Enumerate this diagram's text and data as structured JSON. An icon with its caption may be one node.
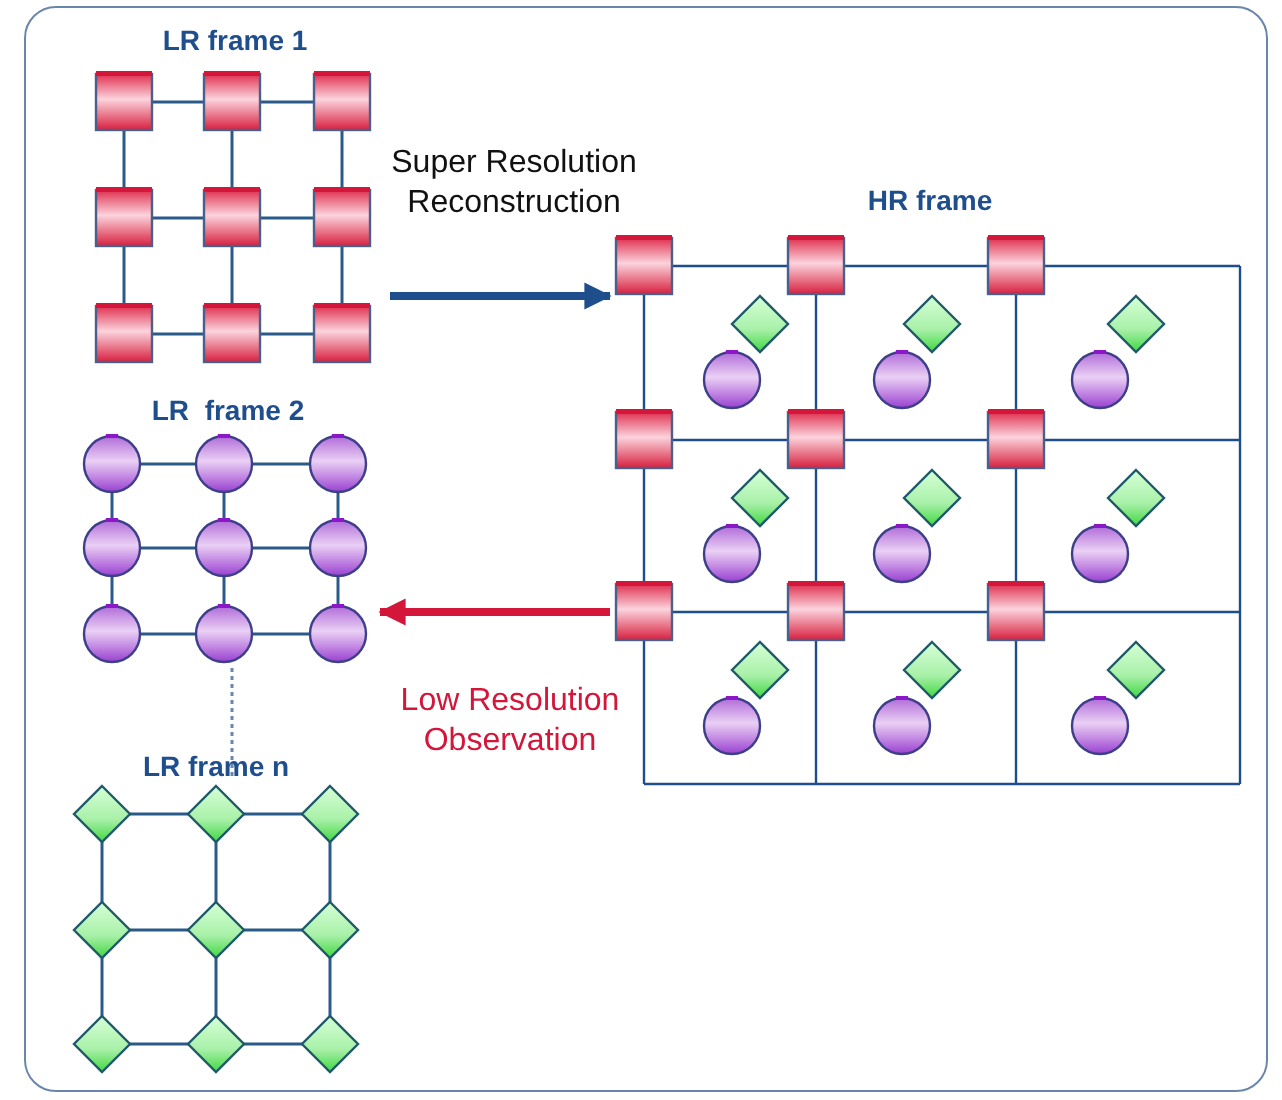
{
  "diagram": {
    "nodes": [
      {
        "text": [
          "LR frame 1"
        ]
      },
      {
        "text": [
          "LR  frame 2"
        ]
      },
      {
        "text": [
          "LR frame n"
        ]
      },
      {
        "text": [
          "HR frame"
        ]
      }
    ],
    "edges": [
      {
        "from": 0,
        "to": 3,
        "arrow": "to",
        "label": "Super Resolution Reconstruction"
      },
      {
        "from": 3,
        "to": 1,
        "arrow": "to",
        "label": "Low Resolution Observation",
        "color": "#d3163a"
      },
      {
        "from": 1,
        "to": 2,
        "arrow": "none",
        "style": "dashed"
      }
    ]
  }
}
